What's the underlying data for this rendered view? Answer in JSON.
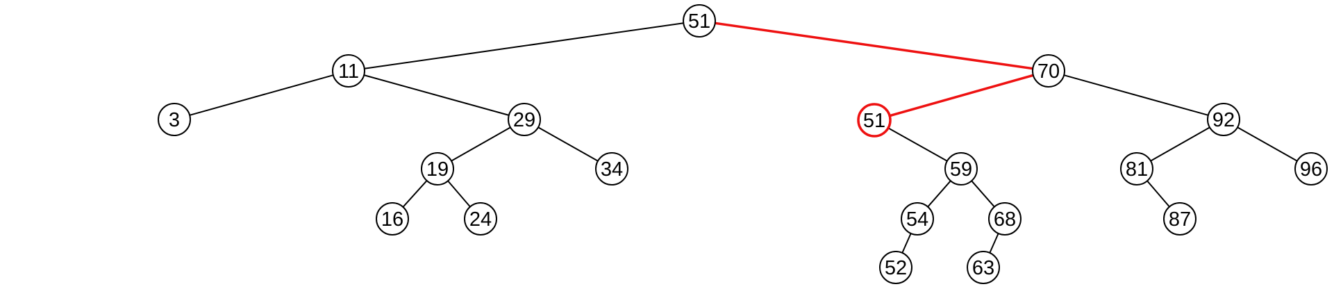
{
  "tree": {
    "colors": {
      "highlight": "#ee1111",
      "normal": "#000000",
      "node_fill": "#ffffff"
    },
    "nodes": [
      {
        "id": "n51root",
        "label": "51"
      },
      {
        "id": "n11",
        "label": "11"
      },
      {
        "id": "n70",
        "label": "70"
      },
      {
        "id": "n3",
        "label": "3"
      },
      {
        "id": "n29",
        "label": "29"
      },
      {
        "id": "n19",
        "label": "19"
      },
      {
        "id": "n34",
        "label": "34"
      },
      {
        "id": "n16",
        "label": "16"
      },
      {
        "id": "n24",
        "label": "24"
      },
      {
        "id": "n51b",
        "label": "51",
        "highlighted": true
      },
      {
        "id": "n92",
        "label": "92"
      },
      {
        "id": "n59",
        "label": "59"
      },
      {
        "id": "n54",
        "label": "54"
      },
      {
        "id": "n68",
        "label": "68"
      },
      {
        "id": "n52",
        "label": "52"
      },
      {
        "id": "n63",
        "label": "63"
      },
      {
        "id": "n81",
        "label": "81"
      },
      {
        "id": "n96",
        "label": "96"
      },
      {
        "id": "n87",
        "label": "87"
      }
    ],
    "edges": [
      {
        "from": "n51root",
        "to": "n11"
      },
      {
        "from": "n51root",
        "to": "n70",
        "highlighted": true
      },
      {
        "from": "n11",
        "to": "n3"
      },
      {
        "from": "n11",
        "to": "n29"
      },
      {
        "from": "n29",
        "to": "n19"
      },
      {
        "from": "n29",
        "to": "n34"
      },
      {
        "from": "n19",
        "to": "n16"
      },
      {
        "from": "n19",
        "to": "n24"
      },
      {
        "from": "n70",
        "to": "n51b",
        "highlighted": true
      },
      {
        "from": "n70",
        "to": "n92"
      },
      {
        "from": "n51b",
        "to": "n59"
      },
      {
        "from": "n59",
        "to": "n54"
      },
      {
        "from": "n59",
        "to": "n68"
      },
      {
        "from": "n54",
        "to": "n52"
      },
      {
        "from": "n68",
        "to": "n63"
      },
      {
        "from": "n92",
        "to": "n81"
      },
      {
        "from": "n92",
        "to": "n96"
      },
      {
        "from": "n81",
        "to": "n87"
      }
    ]
  }
}
